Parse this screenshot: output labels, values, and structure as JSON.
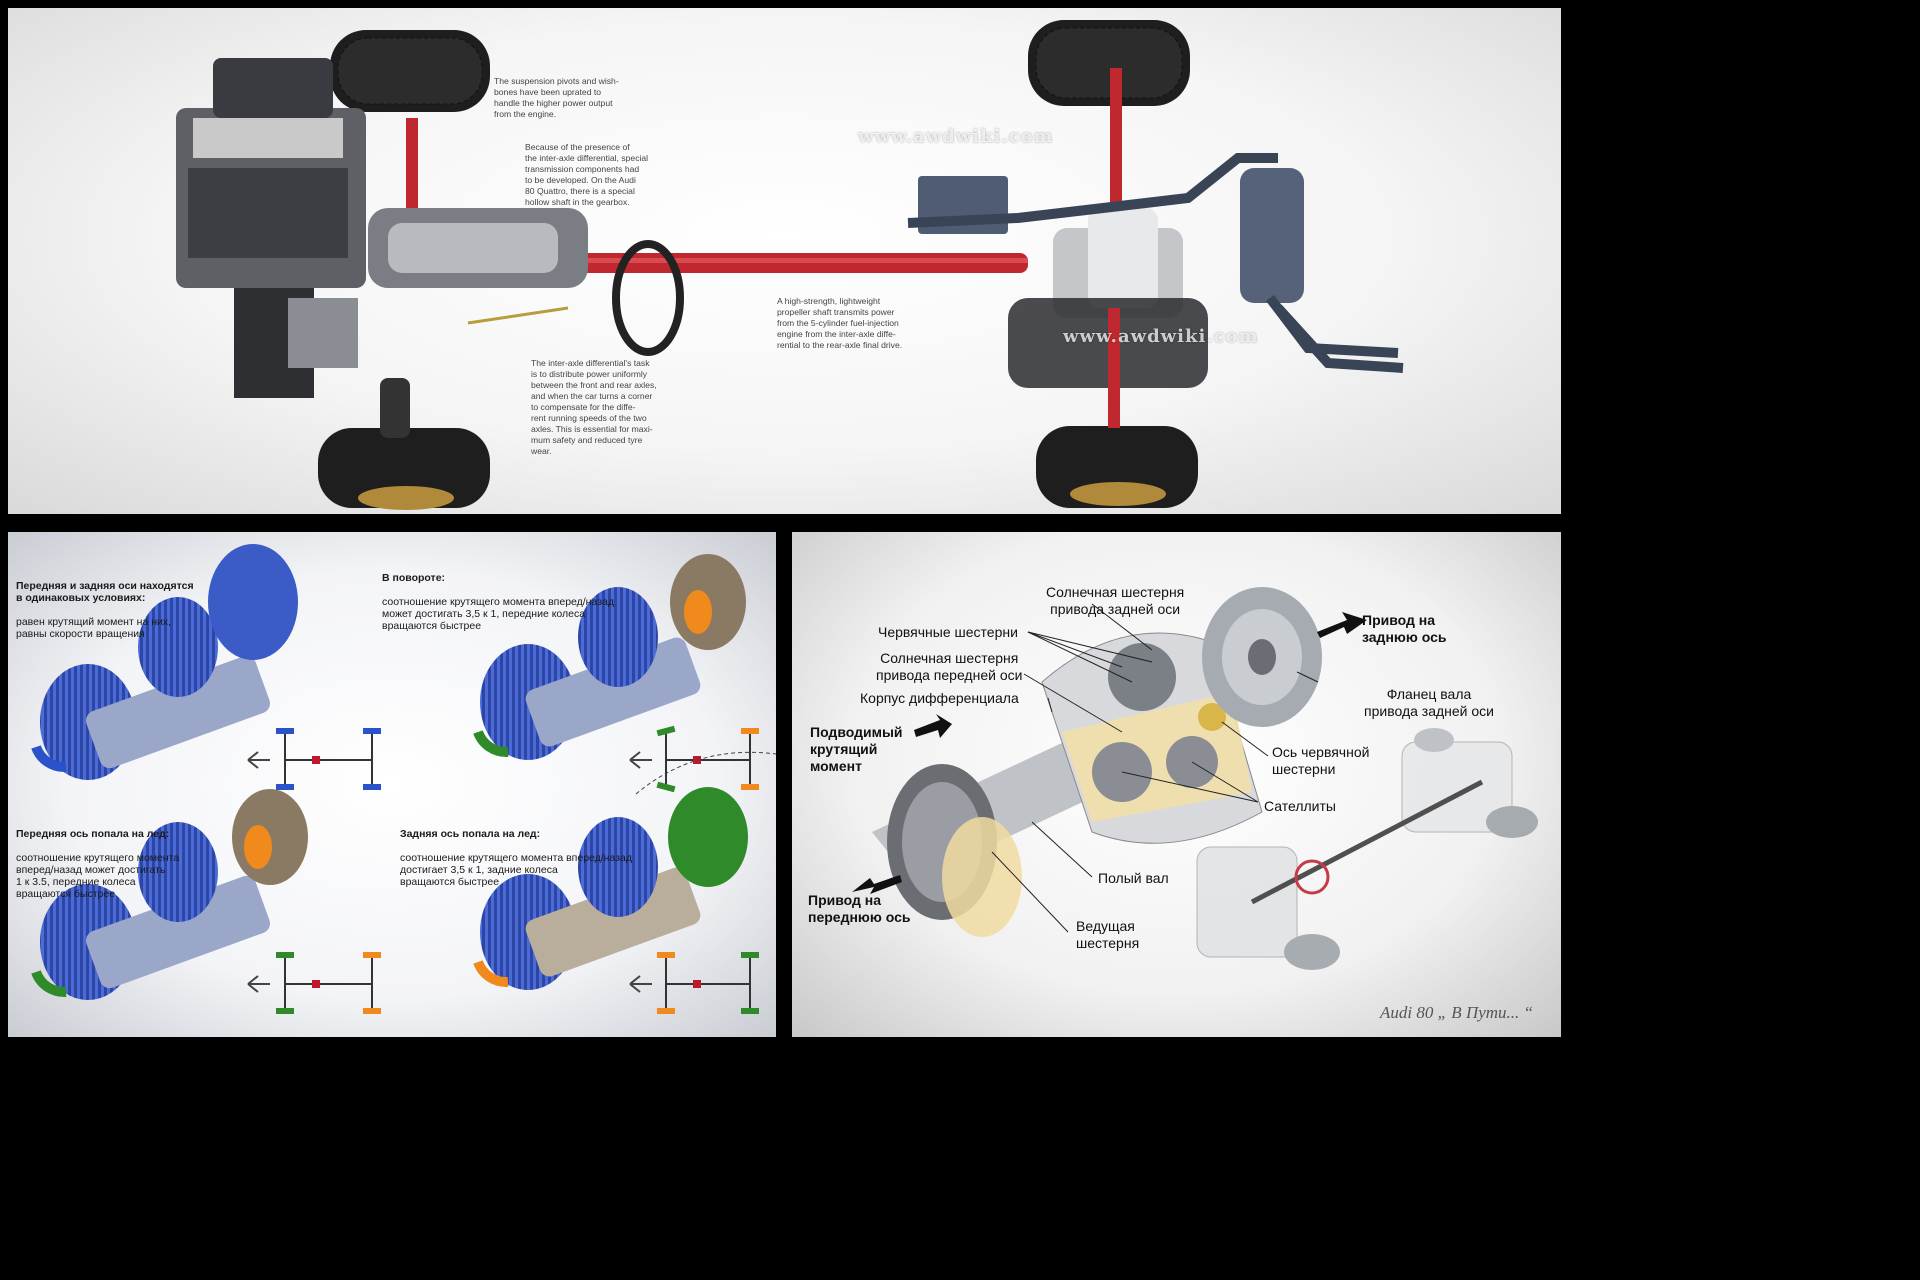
{
  "top_panel": {
    "captions": {
      "suspension": "The suspension pivots and wish-\nbones have been uprated to\nhandle the higher power output\nfrom the engine.",
      "interaxle": "Because of the presence of\nthe inter-axle differential, special\ntransmission components had\nto be developed. On the Audi\n80 Quattro, there is a special\nhollow shaft in the gearbox.",
      "task": "The inter-axle differential's task\nis to distribute power uniformly\nbetween the front and rear axles,\nand when the car turns a corner\nto compensate for the diffe-\nrent running speeds of the two\naxles. This is essential for maxi-\nmum safety and reduced tyre\nwear.",
      "propeller": "A high-strength, lightweight\npropeller shaft transmits power\nfrom the 5-cylinder fuel-injection\nengine from the inter-axle diffe-\nrential to the rear-axle final drive."
    },
    "watermarks": [
      "www.awdwiki.com",
      "www.awdwiki.com"
    ]
  },
  "bottom_left": {
    "notes": [
      {
        "head": "Передняя и задняя оси находятся\nв одинаковых условиях:",
        "body": "равен крутящий момент на них,\nравны скорости вращения"
      },
      {
        "head": "В повороте:",
        "body": "соотношение крутящего момента вперед/назад\nможет достигать 3,5 к 1, передние колеса\nвращаются быстрее"
      },
      {
        "head": "Передняя ось попала на лед:",
        "body": "соотношение крутящего момента\nвперед/назад может достигать\n1 к 3.5, передние колеса\nвращаются быстрее"
      },
      {
        "head": "Задняя ось попала на лед:",
        "body": "соотношение крутящего момента вперед/назад\nдостигает 3,5 к 1, задние колеса\nвращаются быстрее"
      }
    ],
    "colors": {
      "blue": "#2a52c9",
      "green": "#2f8a2a",
      "orange": "#f08a1c",
      "red": "#c0182b",
      "metal": "#4a6bd8"
    }
  },
  "bottom_right": {
    "labels": {
      "sun_rear": "Солнечная шестерня\nпривода задней оси",
      "worm": "Червячные шестерни",
      "sun_front": "Солнечная шестерня\nпривода передней оси",
      "housing": "Корпус дифференциала",
      "input": "Подводимый\nкрутящий\nмомент",
      "to_rear": "Привод на\nзаднюю ось",
      "flange": "Фланец вала\nпривода задней оси",
      "worm_axis": "Ось червячной\nшестерни",
      "satellites": "Сателлиты",
      "hollow": "Полый вал",
      "drive_gear": "Ведущая\nшестерня",
      "to_front": "Привод на\nпереднюю ось"
    },
    "signature": "Audi 80 „ В Пути... “"
  }
}
